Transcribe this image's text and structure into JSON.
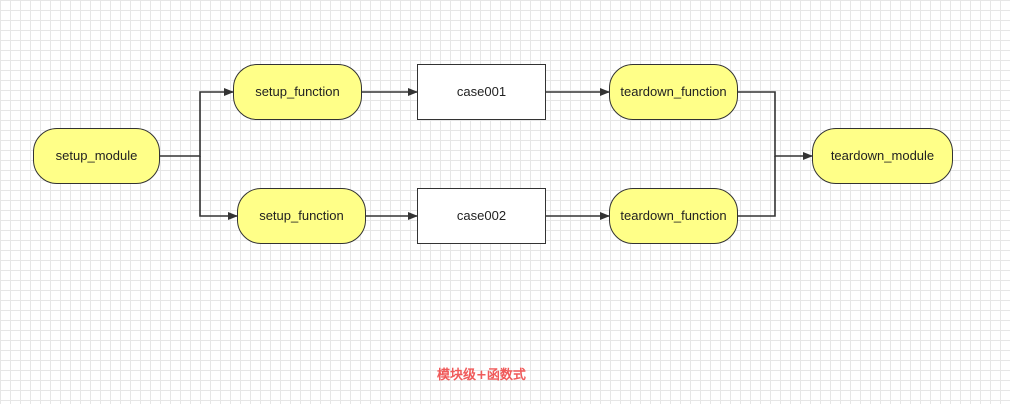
{
  "nodes": {
    "setup_module": "setup_module",
    "setup_function_1": "setup_function",
    "case001": "case001",
    "teardown_function_1": "teardown_function",
    "setup_function_2": "setup_function",
    "case002": "case002",
    "teardown_function_2": "teardown_function",
    "teardown_module": "teardown_module"
  },
  "caption": "模块级+函数式",
  "colors": {
    "pill_fill": "#ffff88",
    "stroke": "#333333",
    "caption": "#f05a5a",
    "grid": "#e6e6e6"
  }
}
